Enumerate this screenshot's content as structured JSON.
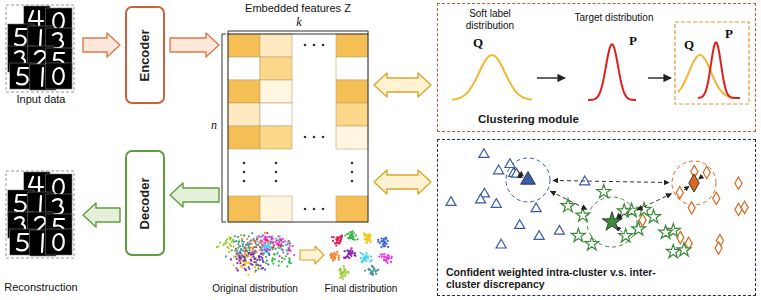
{
  "diagram": {
    "nodes": [
      {
        "text": [
          "Input data"
        ]
      },
      {
        "text": [
          "Encoder"
        ]
      },
      {
        "text": [
          "Embedded features Z"
        ]
      },
      {
        "text": [
          "Clustering module"
        ]
      },
      {
        "text": [
          "Confident weighted intra-cluster v.s. inter-cluster discrepancy"
        ]
      },
      {
        "text": [
          "Reconstruction"
        ]
      },
      {
        "text": [
          "Decoder"
        ]
      }
    ],
    "edges": [
      {
        "from": 0,
        "to": 1,
        "arrow": "to"
      },
      {
        "from": 1,
        "to": 2,
        "arrow": "to"
      },
      {
        "from": 2,
        "to": 3,
        "arrow": "both"
      },
      {
        "from": 2,
        "to": 4,
        "arrow": "both"
      },
      {
        "from": 2,
        "to": 6,
        "arrow": "to"
      },
      {
        "from": 6,
        "to": 5,
        "arrow": "to"
      }
    ],
    "labels": [
      "k",
      "n",
      "Soft label distribution",
      "Q",
      "Target distribution",
      "P",
      "Q",
      "P",
      "Original distribution",
      "Final distribution"
    ]
  }
}
